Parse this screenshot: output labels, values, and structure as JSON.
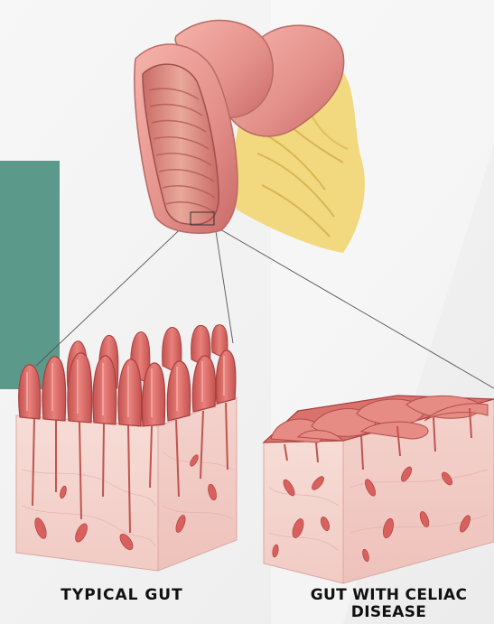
{
  "labels": {
    "left": "TYPICAL GUT",
    "right_line1": "GUT WITH CELIAC",
    "right_line2": "DISEASE"
  },
  "colors": {
    "background": "#f4f4f4",
    "accent_panel": "#5b9a8b",
    "tissue": "#f2c9c3",
    "villus": "#d96a67",
    "villus_dark": "#b9474a",
    "fat": "#f0d57a"
  }
}
